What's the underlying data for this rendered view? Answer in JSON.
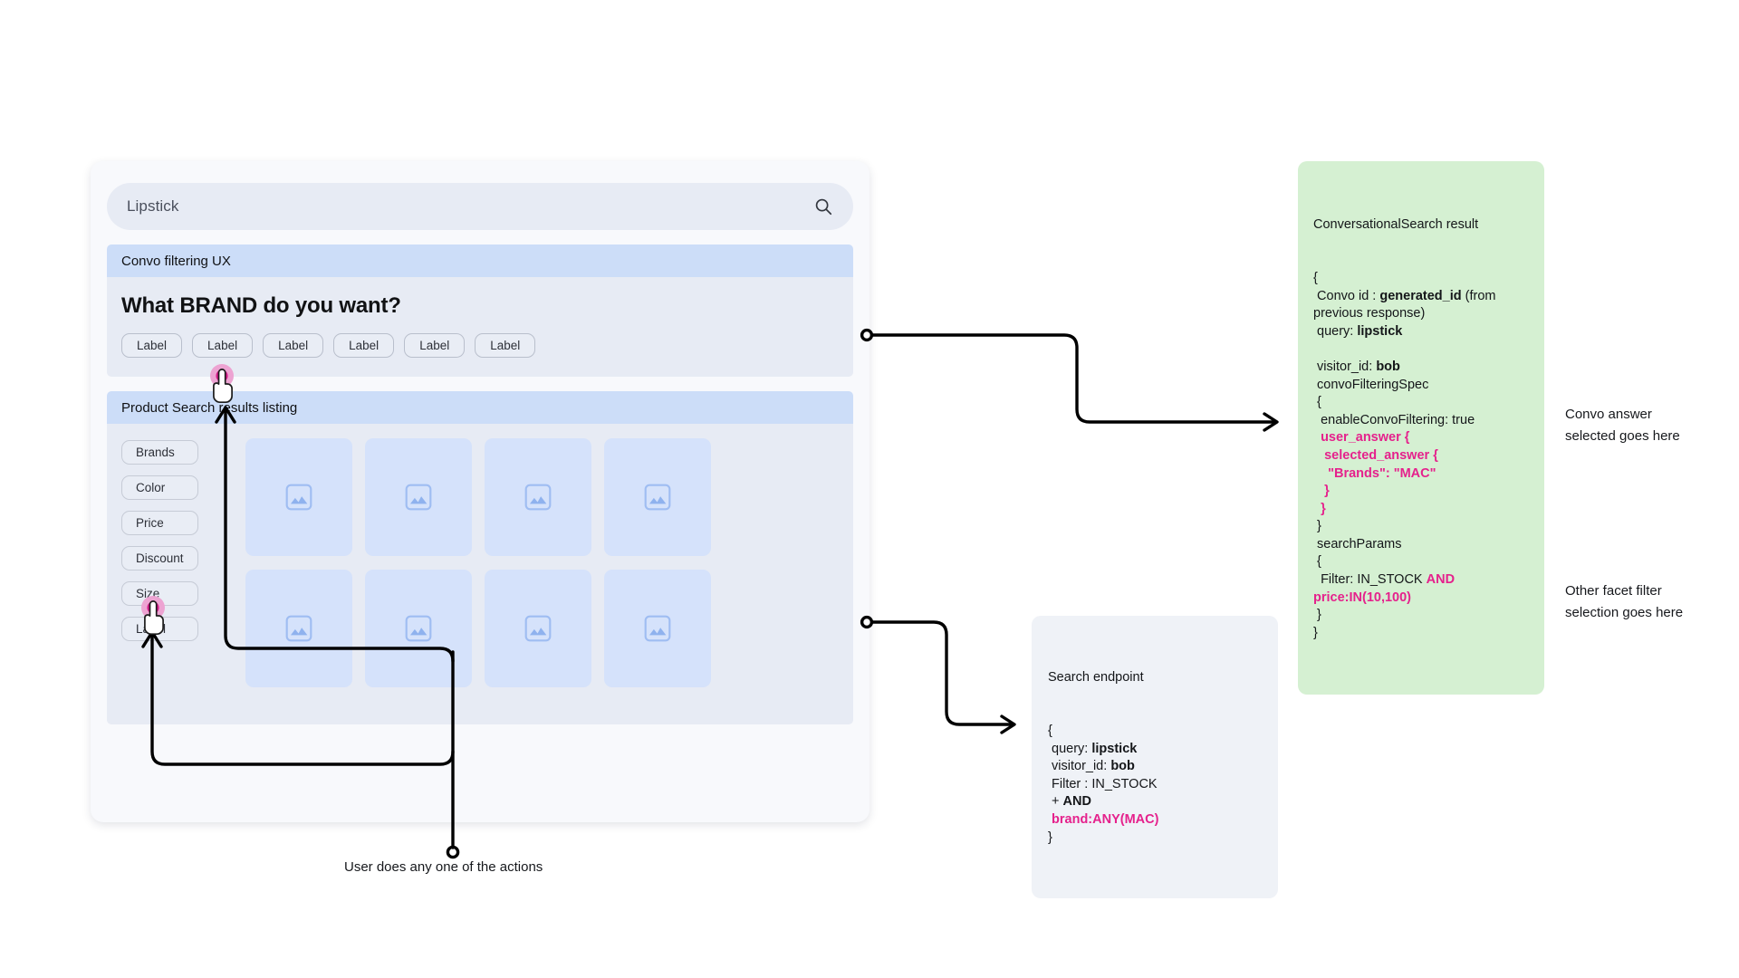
{
  "search": {
    "value": "Lipstick",
    "icon": "search-icon"
  },
  "panels": {
    "convo": {
      "title": "Convo filtering UX",
      "question": "What BRAND do you want?",
      "chips": [
        "Label",
        "Label",
        "Label",
        "Label",
        "Label",
        "Label"
      ]
    },
    "products": {
      "title": "Product Search results listing",
      "facets": [
        "Brands",
        "Color",
        "Price",
        "Discount",
        "Size",
        "Label"
      ],
      "cards": [
        {
          "icon": "image-placeholder-icon"
        },
        {
          "icon": "image-placeholder-icon"
        },
        {
          "icon": "image-placeholder-icon"
        },
        {
          "icon": "image-placeholder-icon"
        },
        {
          "icon": "image-placeholder-icon"
        },
        {
          "icon": "image-placeholder-icon"
        },
        {
          "icon": "image-placeholder-icon"
        },
        {
          "icon": "image-placeholder-icon"
        }
      ]
    }
  },
  "convo_result": {
    "title": "ConversationalSearch result",
    "lines": [
      {
        "text": "{"
      },
      {
        "text": " Convo id : ",
        "bold": "generated_id",
        "after": " (from previous response)"
      },
      {
        "text": " query: ",
        "bold": "lipstick"
      },
      {
        "text": ""
      },
      {
        "text": " visitor_id: ",
        "bold": "bob"
      },
      {
        "text": " convoFilteringSpec"
      },
      {
        "text": " {"
      },
      {
        "text": "  enableConvoFiltering: true"
      },
      {
        "text": "  user_answer {",
        "color": "magenta"
      },
      {
        "text": "   selected_answer {",
        "color": "magenta"
      },
      {
        "text": "    \"Brands\": \"MAC\"",
        "color": "magenta"
      },
      {
        "text": "   }",
        "color": "magenta"
      },
      {
        "text": "  }",
        "color": "magenta"
      },
      {
        "text": " }"
      },
      {
        "text": " searchParams"
      },
      {
        "text": " {"
      },
      {
        "text": "  Filter: IN_STOCK ",
        "magenta_tail": "AND price:IN(10,100)"
      },
      {
        "text": " }"
      },
      {
        "text": "}"
      }
    ]
  },
  "search_endpoint": {
    "title": "Search endpoint",
    "lines": [
      {
        "text": "{"
      },
      {
        "text": " query: ",
        "bold": "lipstick"
      },
      {
        "text": " visitor_id: ",
        "bold": "bob"
      },
      {
        "text": " Filter : IN_STOCK"
      },
      {
        "text": " + ",
        "bold": "AND"
      },
      {
        "text": " brand:ANY(MAC)",
        "color": "magenta"
      },
      {
        "text": "}"
      }
    ]
  },
  "annotations": {
    "convo_answer_note": "Convo answer selected goes here",
    "facet_filter_note": "Other facet filter selection goes here",
    "actions_caption": "User does any one of the actions"
  },
  "colors": {
    "panel_header_blue": "#CCDDF8",
    "panel_body": "#E7EBF4",
    "card_bg": "#F8F9FC",
    "product_card": "#D5E2FB",
    "result_green": "#D5F0D2",
    "endpoint_gray": "#EFF2F7",
    "magenta": "#E5218C",
    "cursor_ripple_outer": "#EDA3D2",
    "cursor_ripple_inner": "#D81B8C",
    "wire": "#000000"
  }
}
